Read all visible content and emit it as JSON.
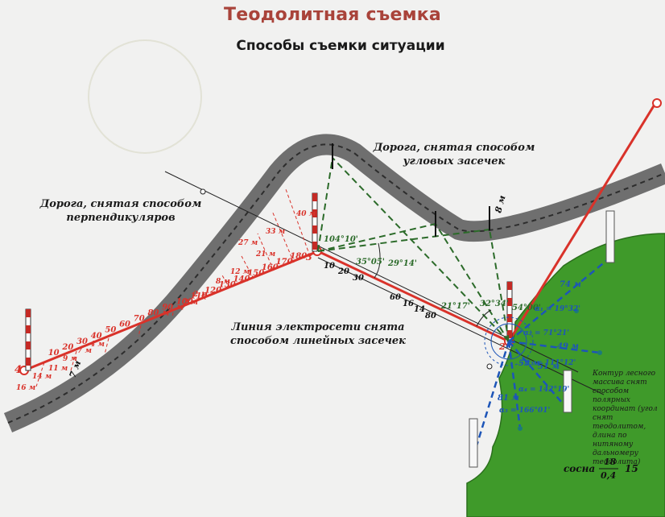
{
  "header": {
    "title": "Теодолитная съемка",
    "subtitle": "Способы съемки ситуации"
  },
  "captions": {
    "road_perp": [
      "Дорога, снятая способом",
      "перпендикуляров"
    ],
    "road_angle": [
      "Дорога, снятая способом",
      "угловых засечек"
    ],
    "power_line": [
      "Линия электросети снята",
      "способом линейных засечек"
    ],
    "forest": [
      "Контур лесного",
      "массива снят",
      "способом",
      "полярных",
      "координат (угол",
      "снят",
      "теодолитом,",
      "длина по",
      "нитяному",
      "дальномеру",
      "теодолита)"
    ]
  },
  "points": {
    "p4": "4",
    "p3": "3",
    "p2": "2"
  },
  "road_width": "8 м",
  "road_width_left": "7 м",
  "station_labels": [
    "10",
    "20",
    "30",
    "40",
    "50",
    "60",
    "70",
    "80 м",
    "90 м",
    "100",
    "110",
    "120",
    "130",
    "140",
    "150",
    "160",
    "170",
    "180"
  ],
  "offsets": [
    "16 м",
    "14 м",
    "11 м",
    "9 м",
    "7 м",
    "4 м",
    "2 м",
    "2 м",
    "8 м",
    "12 м",
    "27 м",
    "21 м",
    "33 м",
    "40 м"
  ],
  "segment2_labels": [
    "10",
    "20",
    "30",
    "60",
    "16",
    "14",
    "80"
  ],
  "angles": {
    "a1": "104°10'",
    "a2": "35°05'",
    "a3": "29°14'",
    "a4": "21°17'",
    "a5": "32°34'",
    "a6": "54°00'"
  },
  "polar": {
    "l1": "74 м",
    "l2": "49 м",
    "l3": "51 м",
    "l4": "53 м",
    "l5": "81 м",
    "b1": "α₁ = 19°32'",
    "b2": "α₂ = 71°21'",
    "b3": "α₃ = 111°12'",
    "b4": "α₄ = 142°19'",
    "b5": "α₅ = 166°01'"
  },
  "tree_label": {
    "species": "сосна",
    "height": "18",
    "diameter": "0,4",
    "spacing": "15"
  },
  "colors": {
    "red": "#d9322a",
    "green": "#2c6b2a",
    "blue": "#1d55b8",
    "road": "#7d7d7d",
    "forest": "#3f9a2a"
  }
}
